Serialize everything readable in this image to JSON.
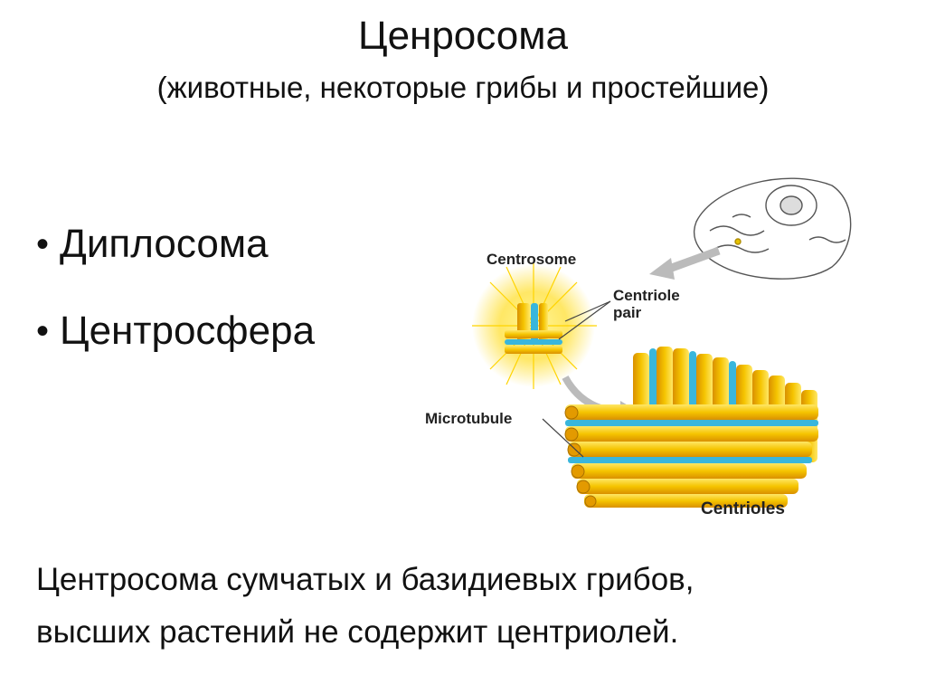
{
  "slide": {
    "title": "Ценросома",
    "subtitle": "(животные, некоторые грибы и простейшие)",
    "bullets": [
      "Диплосома",
      "Центросфера"
    ],
    "footer_line1": "Центросома сумчатых и базидиевых грибов,",
    "footer_line2": "высших растений не содержит центриолей."
  },
  "figure": {
    "label_centrosome": "Centrosome",
    "label_centriole_pair_1": "Centriole",
    "label_centriole_pair_2": "pair",
    "label_microtubule": "Microtubule",
    "label_centrioles": "Centrioles",
    "colors": {
      "tube_yellow": "#f5c400",
      "tube_orange": "#e39a00",
      "tube_blue": "#39b6dc",
      "glow": "#ffe34a"
    }
  }
}
